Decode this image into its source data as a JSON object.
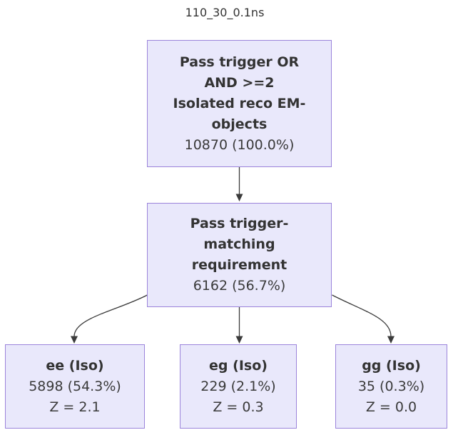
{
  "diagram": {
    "title": "110_30_0.1ns",
    "colors": {
      "background": "#ffffff",
      "node_fill": "#E9E8FB",
      "node_border": "#9B84DB",
      "text": "#333333",
      "arrow": "#3b3b3b"
    },
    "nodes": {
      "root": {
        "label": "Pass trigger OR\nAND >=2\nIsolated reco EM-\nobjects",
        "stats": "10870 (100.0%)"
      },
      "matching": {
        "label": "Pass trigger-\nmatching\nrequirement",
        "stats": "6162 (56.7%)"
      },
      "ee": {
        "label": "ee (Iso)",
        "stats": "5898 (54.3%)\nZ = 2.1"
      },
      "eg": {
        "label": "eg (Iso)",
        "stats": "229 (2.1%)\nZ = 0.3"
      },
      "gg": {
        "label": "gg (Iso)",
        "stats": "35 (0.3%)\nZ = 0.0"
      }
    },
    "edges": [
      {
        "from": "root",
        "to": "matching"
      },
      {
        "from": "matching",
        "to": "ee"
      },
      {
        "from": "matching",
        "to": "eg"
      },
      {
        "from": "matching",
        "to": "gg"
      }
    ]
  }
}
